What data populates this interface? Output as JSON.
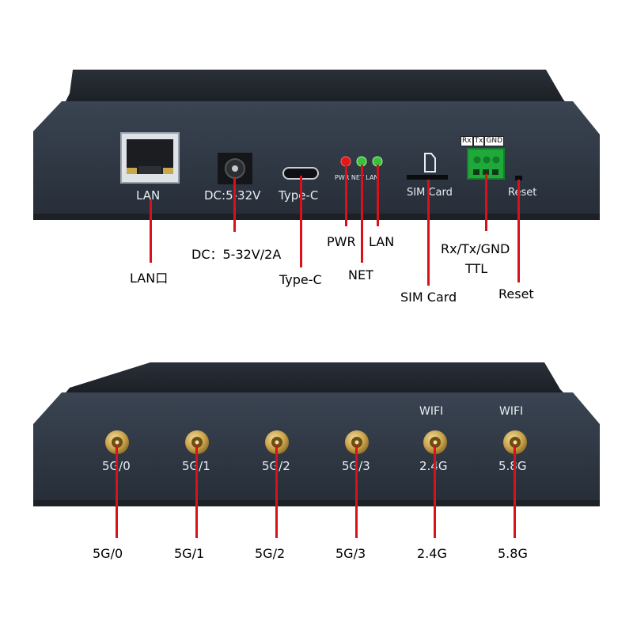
{
  "top_panel": {
    "silkscreen": {
      "lan": "LAN",
      "dc": "DC:5-32V",
      "typec": "Type-C",
      "leds": "PWR NET LAN",
      "sim": "SIM Card",
      "terminal": [
        "Rx",
        "Tx",
        "GND"
      ],
      "reset": "Reset"
    },
    "callouts": {
      "lan": "LAN口",
      "dc": "DC：5-32V/2A",
      "typec": "Type-C",
      "pwr": "PWR",
      "net": "NET",
      "lan_led": "LAN",
      "sim": "SIM Card",
      "ttl_line1": "Rx/Tx/GND",
      "ttl_line2": "TTL",
      "reset": "Reset"
    }
  },
  "bottom_panel": {
    "silkscreen": {
      "wifi_left": "WIFI",
      "wifi_right": "WIFI",
      "ports": [
        "5G/0",
        "5G/1",
        "5G/2",
        "5G/3",
        "2.4G",
        "5.8G"
      ]
    },
    "callouts": [
      "5G/0",
      "5G/1",
      "5G/2",
      "5G/3",
      "2.4G",
      "5.8G"
    ]
  },
  "colors": {
    "leader": "#d8111a",
    "led_red": "#e01818",
    "led_green": "#39c13a",
    "terminal_green": "#1fa93a",
    "antenna_gold": "#c9a24a"
  }
}
